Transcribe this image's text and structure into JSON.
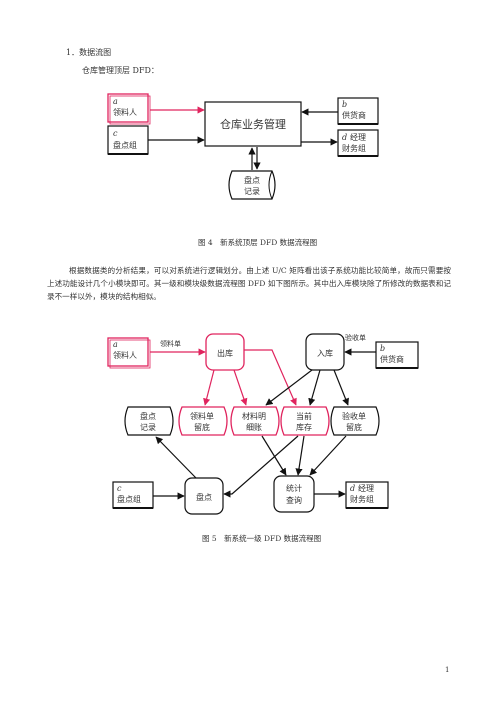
{
  "heading": "1．数据流图",
  "subheading": "仓库管理顶层 DFD：",
  "fig4": {
    "ext_a": {
      "letter": "a",
      "name": "领料人"
    },
    "ext_c": {
      "letter": "c",
      "name": "盘点组"
    },
    "ext_b": {
      "letter": "b",
      "name": "供货商"
    },
    "ext_d": {
      "letter": "d",
      "name": "经理",
      "name2": "财务组"
    },
    "process": "仓库业务管理",
    "store": {
      "line1": "盘点",
      "line2": "记录"
    },
    "caption": "图 4　新系统顶层 DFD 数据流程图"
  },
  "paragraph": "根据数据类的分析结果，可以对系统进行逻辑划分。由上述 U/C 矩阵看出该子系统功能比较简单，故而只需要按上述功能设计几个小模块即可。其一级和模块级数据流程图 DFD 如下图所示。其中出入库模块除了所修改的数据表和记录不一样以外，模块的结构相似。",
  "fig5": {
    "ext_a": {
      "letter": "a",
      "name": "领料人"
    },
    "ext_b": {
      "letter": "b",
      "name": "供货商"
    },
    "ext_c": {
      "letter": "c",
      "name": "盘点组"
    },
    "ext_d": {
      "letter": "d",
      "name": "经理",
      "name2": "财务组"
    },
    "flow_requisition": "领料单",
    "flow_receipt": "验收单",
    "proc_out": "出库",
    "proc_in": "入库",
    "proc_check": "盘点",
    "proc_stats": {
      "line1": "统计",
      "line2": "查询"
    },
    "stores": [
      {
        "line1": "盘点",
        "line2": "记录"
      },
      {
        "line1": "领料单",
        "line2": "留底"
      },
      {
        "line1": "材料明",
        "line2": "细账"
      },
      {
        "line1": "当前",
        "line2": "库存"
      },
      {
        "line1": "验收单",
        "line2": "留底"
      }
    ],
    "caption": "图 5　新系统一级 DFD 数据流程图"
  },
  "page_number": "1",
  "colors": {
    "red": "#e0245e",
    "black": "#111111"
  }
}
